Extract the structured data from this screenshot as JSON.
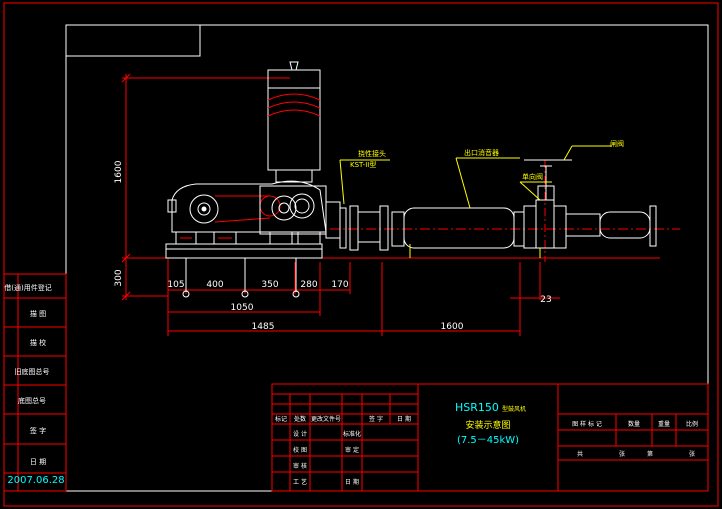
{
  "colors": {
    "background": "#000000",
    "frame": "#ff0000",
    "outline": "#ffffff",
    "dimension": "#ff0000",
    "equipment": "#ffffff",
    "callout": "#ffff00",
    "title_cyan": "#00ffff"
  },
  "dimensions": {
    "vertical_1600": "1600",
    "vertical_300": "300",
    "d105": "105",
    "d400": "400",
    "d350": "350",
    "d280": "280",
    "d170": "170",
    "d1050": "1050",
    "d1485": "1485",
    "d1600h": "1600",
    "d23": "23"
  },
  "callouts": {
    "flex_joint": "挠性接头",
    "flex_joint_code": "KST-II型",
    "outlet_silencer": "出口消音器",
    "check_valve": "单向阀",
    "gate_valve": "闸阀"
  },
  "left_column": {
    "items": [
      "借(通)用件登记",
      "描 图",
      "描 校",
      "旧底图总号",
      "底图总号",
      "签 字",
      "日 期"
    ],
    "date": "2007.06.28"
  },
  "title_block": {
    "model": "HSR150",
    "model_suffix": "型鼓风机",
    "title_line2": "安装示意图",
    "title_line3": "(7.5－45kW)",
    "rev_headers": [
      "标记",
      "处数",
      "更改文件号",
      "签 字",
      "日 期"
    ],
    "sign_rows": [
      [
        "设 计",
        "标准化"
      ],
      [
        "校 图",
        "审 定"
      ],
      [
        "审 核",
        ""
      ],
      [
        "工 艺",
        "日 期"
      ]
    ],
    "right_headers": [
      "图 样 标 记",
      "数量",
      "重量",
      "比例"
    ],
    "sheet_row": [
      "共",
      "张",
      "第",
      "张"
    ]
  }
}
